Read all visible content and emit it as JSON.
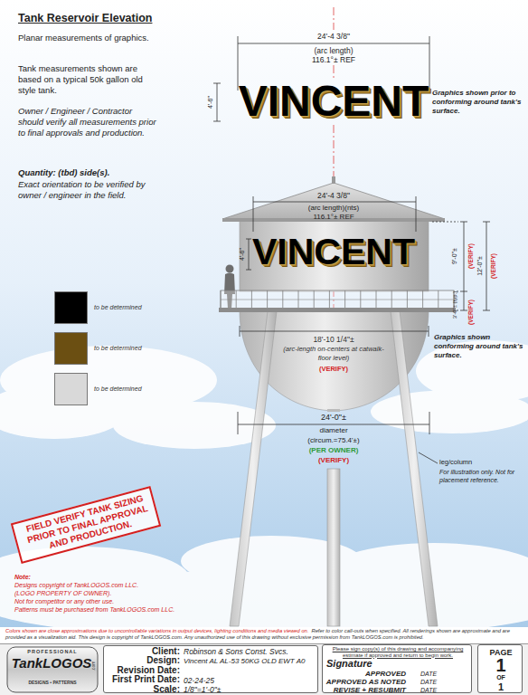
{
  "diagram": {
    "title": "Tank Reservoir Elevation",
    "nodes": [
      {
        "text": [
          "FIELD VERIFY TANK SIZING PRIOR TO FINAL APPROVAL AND PRODUCTION."
        ]
      },
      {
        "text": [
          "Client:",
          "Robinson & Sons Const. Svcs.",
          "Design:",
          "Vincent AL AL-53 50KG OLD EWT A0",
          "Revision Date:",
          "First Print Date:",
          "02-24-25",
          "Scale:",
          "1/8\"=1'-0\"±"
        ]
      },
      {
        "text": [
          "Please sign copy(s) of this drawing and accompanying estimate if approved and return to begin work.",
          "Signature",
          "APPROVED",
          "DATE",
          "APPROVED AS NOTED",
          "DATE",
          "REVISE + RESUBMIT",
          "DATE"
        ]
      },
      {
        "text": [
          "PAGE",
          "1",
          "OF",
          "1"
        ]
      }
    ],
    "labels": [
      "Planar measurements of graphics.",
      "Tank measurements shown are based on a typical 50k gallon old style tank.",
      "Owner / Engineer / Contractor should verify all measurements prior to final approvals and production.",
      "Quantity: (tbd) side(s).",
      "Exact orientation to be verified by owner / engineer in the field.",
      "24'-4 3/8\"",
      "(arc length)",
      "116.1°± REF",
      "VINCENT",
      "4'-6\"",
      "Graphics shown prior to conforming around tank's surface.",
      "24'-4 3/8\"",
      "(arc length)(nts)",
      "116.1°± REF",
      "VINCENT",
      "4'-6\"",
      "9'-0\"±",
      "(VERIFY)",
      "12'-0\"±",
      "(VERIFY)",
      "3'-0\"± (typ.)",
      "(VERIFY)",
      "18'-10 1/4\"±",
      "(arc-length on-centers at catwalk-floor level)",
      "(VERIFY)",
      "Graphics shown conforming around tank's surface.",
      "24'-0\"±",
      "diameter",
      "(circum.=75.4'±)",
      "(PER OWNER)",
      "(VERIFY)",
      "leg/column",
      "For illustration only. Not for placement reference.",
      "Note:",
      "Designs copyright of TankLOGOS.com LLC.",
      "(LOGO PROPERTY OF OWNER).",
      "Not for competitor or any other use.",
      "Patterns must be purchased from TankLOGOS.com LLC.",
      "Colors shown are close approximations due to uncontrollable variations in output devices, lighting conditions and media viewed on.",
      "Refer to color call-outs when specified.  All renderings shown are approximate and are provided as a visualization aid. This design is copyright of TankLOGOS.com. Any unauthorized use of this drawing without exclusive permission from TankLOGOS.com is prohibited.",
      "PROFESSIONAL",
      "TankLOGOS",
      ".com",
      "DESIGNS • PATTERNS"
    ],
    "legend": [
      {
        "text": "to be determined",
        "color": "#000000"
      },
      {
        "text": "to be determined",
        "color": "#6b4f12"
      },
      {
        "text": "to be determined",
        "color": "#d9d9d9"
      }
    ]
  }
}
